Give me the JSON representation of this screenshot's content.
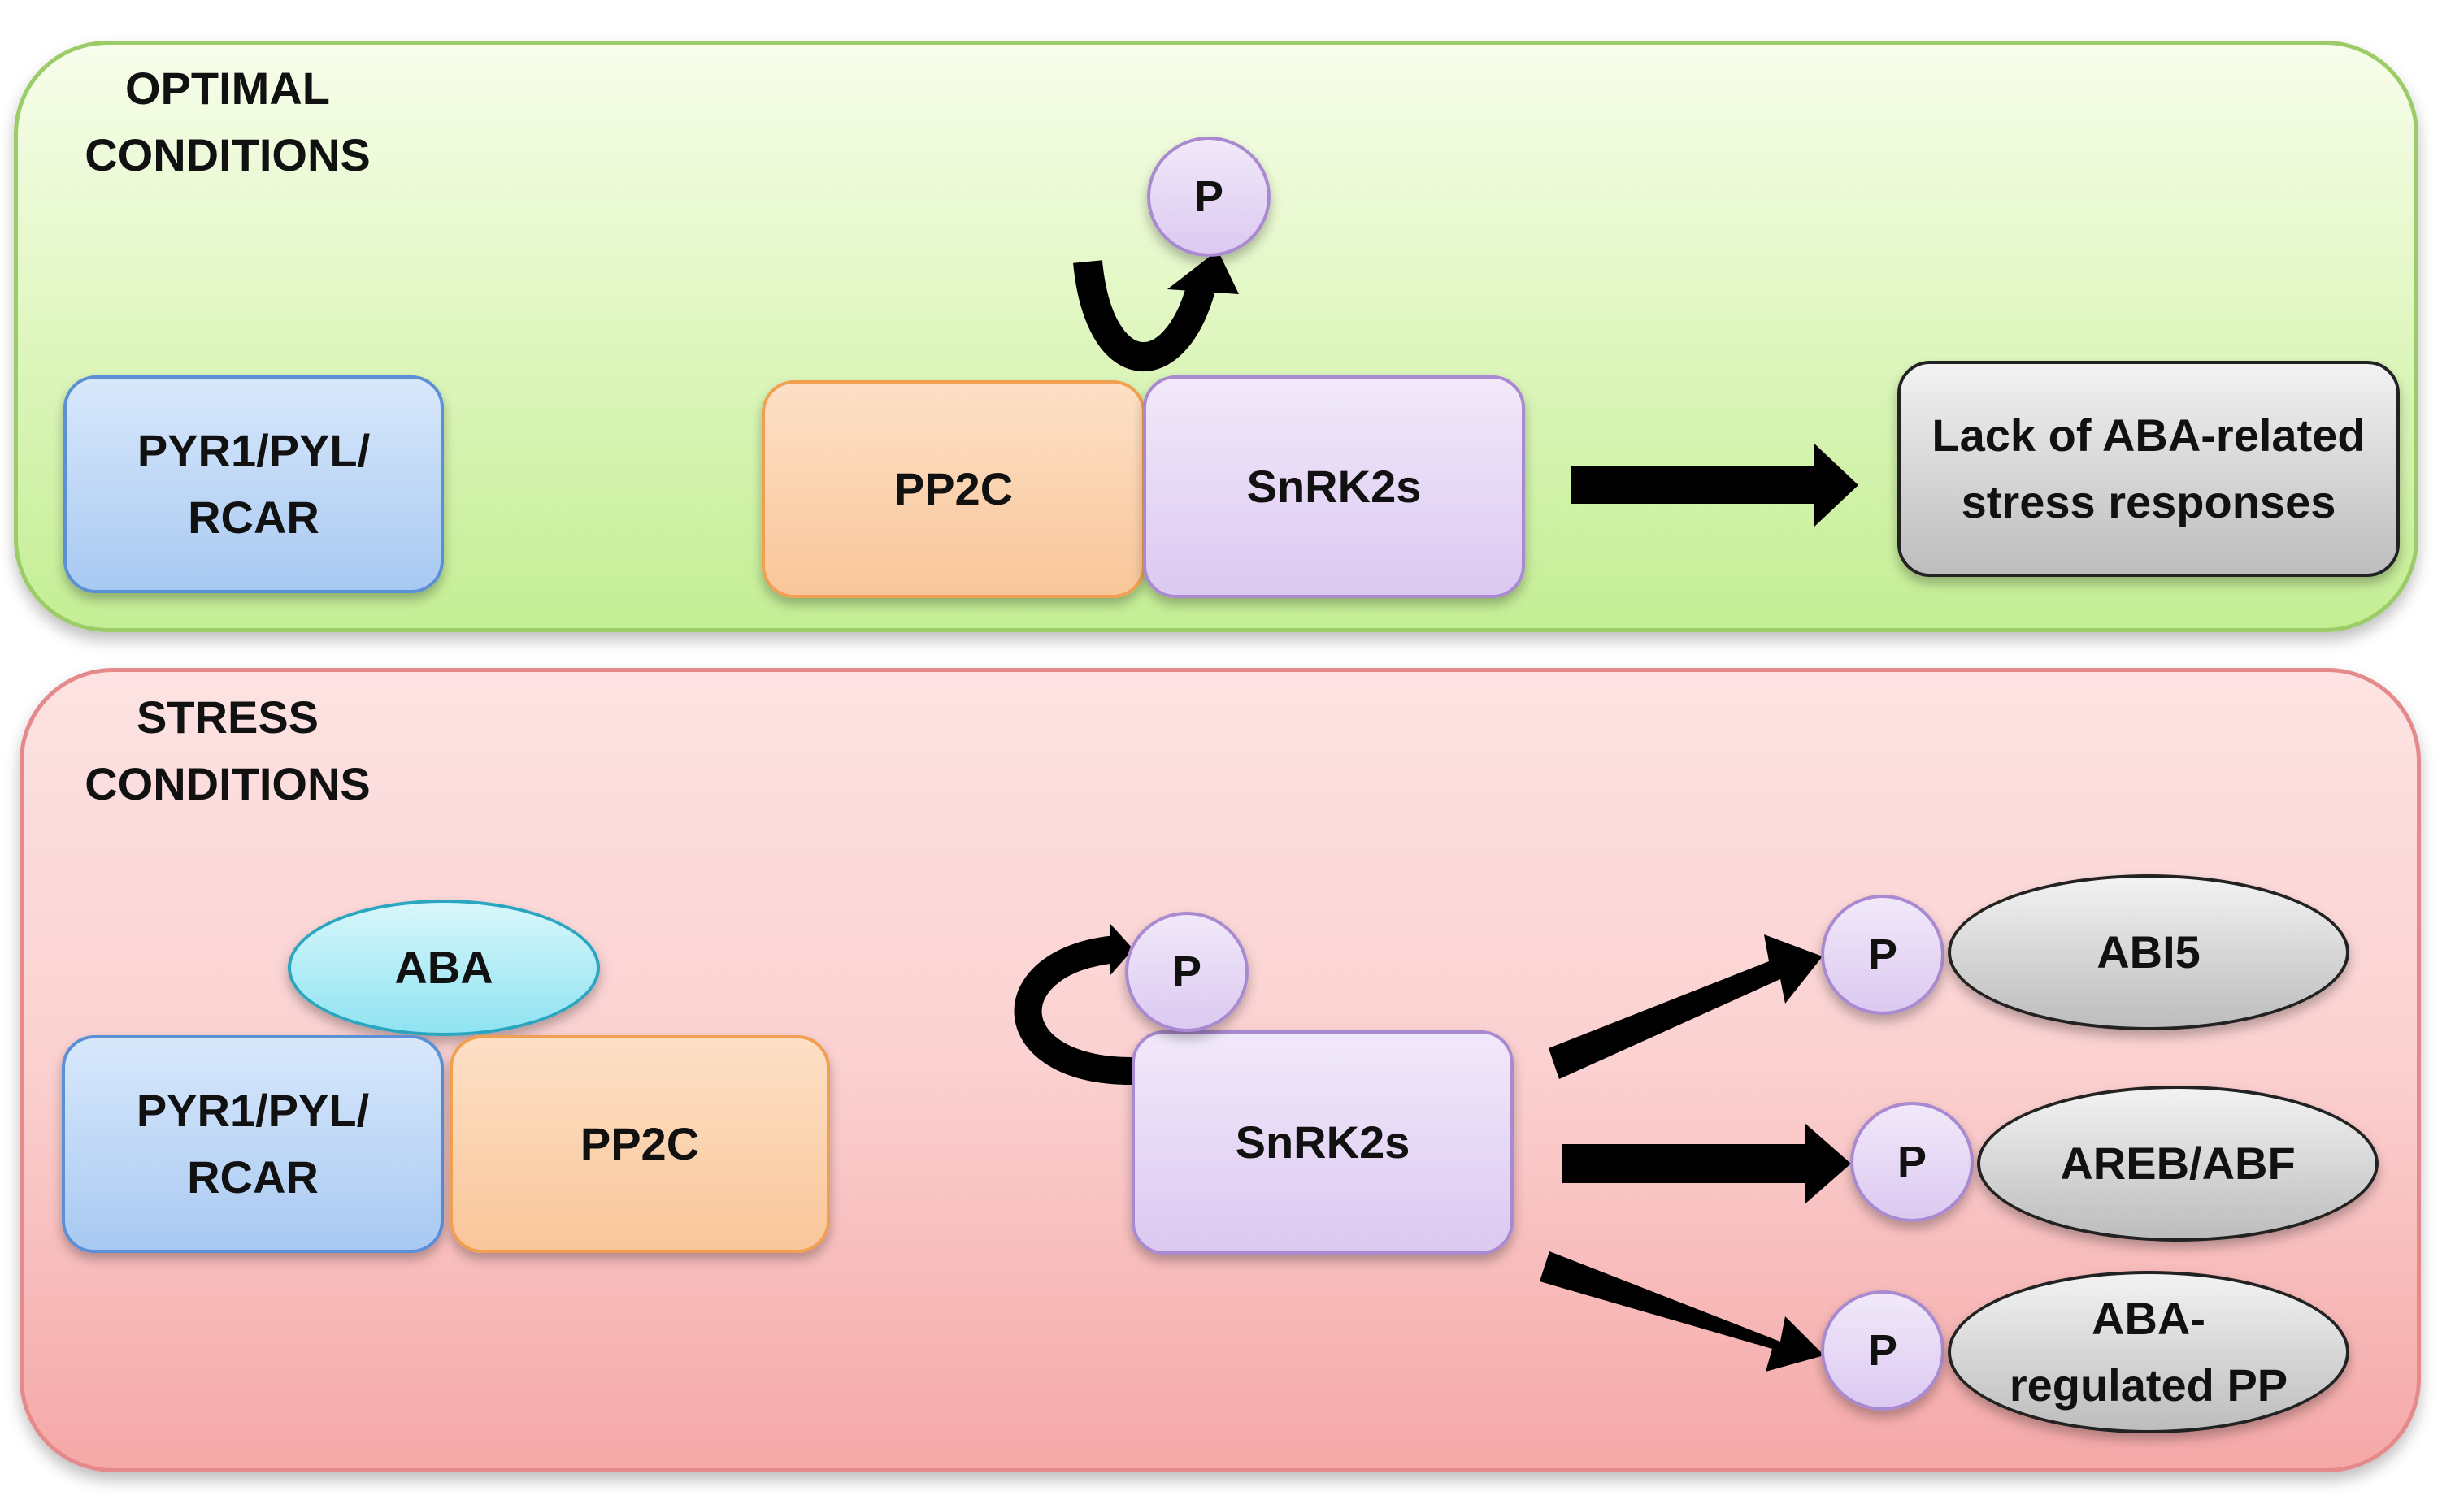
{
  "optimal": {
    "title": "OPTIMAL\nCONDITIONS",
    "receptor": "PYR1/PYL/\nRCAR",
    "pp2c": "PP2C",
    "snrk2": "SnRK2s",
    "phosphate": "P",
    "outcome": "Lack of ABA-related\nstress responses"
  },
  "stress": {
    "title": "STRESS\nCONDITIONS",
    "aba": "ABA",
    "receptor": "PYR1/PYL/\nRCAR",
    "pp2c": "PP2C",
    "snrk2": "SnRK2s",
    "phosphate": "P",
    "targets": [
      {
        "phosphate": "P",
        "label": "ABI5"
      },
      {
        "phosphate": "P",
        "label": "AREB/ABF"
      },
      {
        "phosphate": "P",
        "label": "ABA-\nregulated PP"
      }
    ]
  },
  "colors": {
    "optimal_panel": "#e4f8c8",
    "stress_panel": "#fbd0d0",
    "receptor": "#a8c9f2",
    "pp2c": "#f9c69a",
    "snrk2": "#dcc9f1",
    "outcome": "#bdbdbd",
    "aba": "#8fe3f1"
  }
}
